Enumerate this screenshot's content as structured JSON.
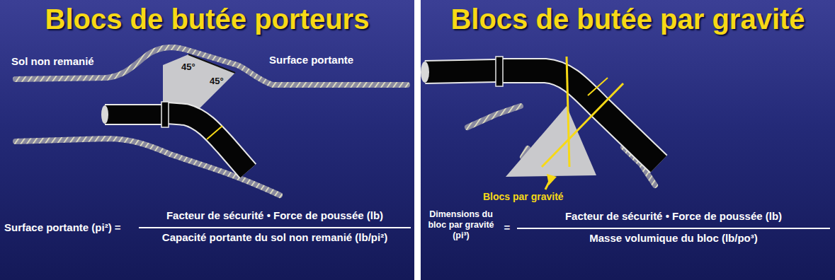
{
  "diagram": {
    "labels": [
      "Blocs de butée porteurs",
      "Sol non remanié",
      "Surface portante",
      "45°",
      "45°",
      "Surface portante (pi²) =",
      "Facteur de sécurité • Force de poussée (lb)",
      "Capacité portante du sol non remanié (lb/pi²)",
      "Blocs de butée par gravité",
      "Blocs par gravité",
      "Dimensions du bloc par gravité (pi³)",
      "=",
      "Facteur de sécurité • Force de poussée (lb)",
      "Masse volumique du bloc (lb/po³)"
    ]
  }
}
